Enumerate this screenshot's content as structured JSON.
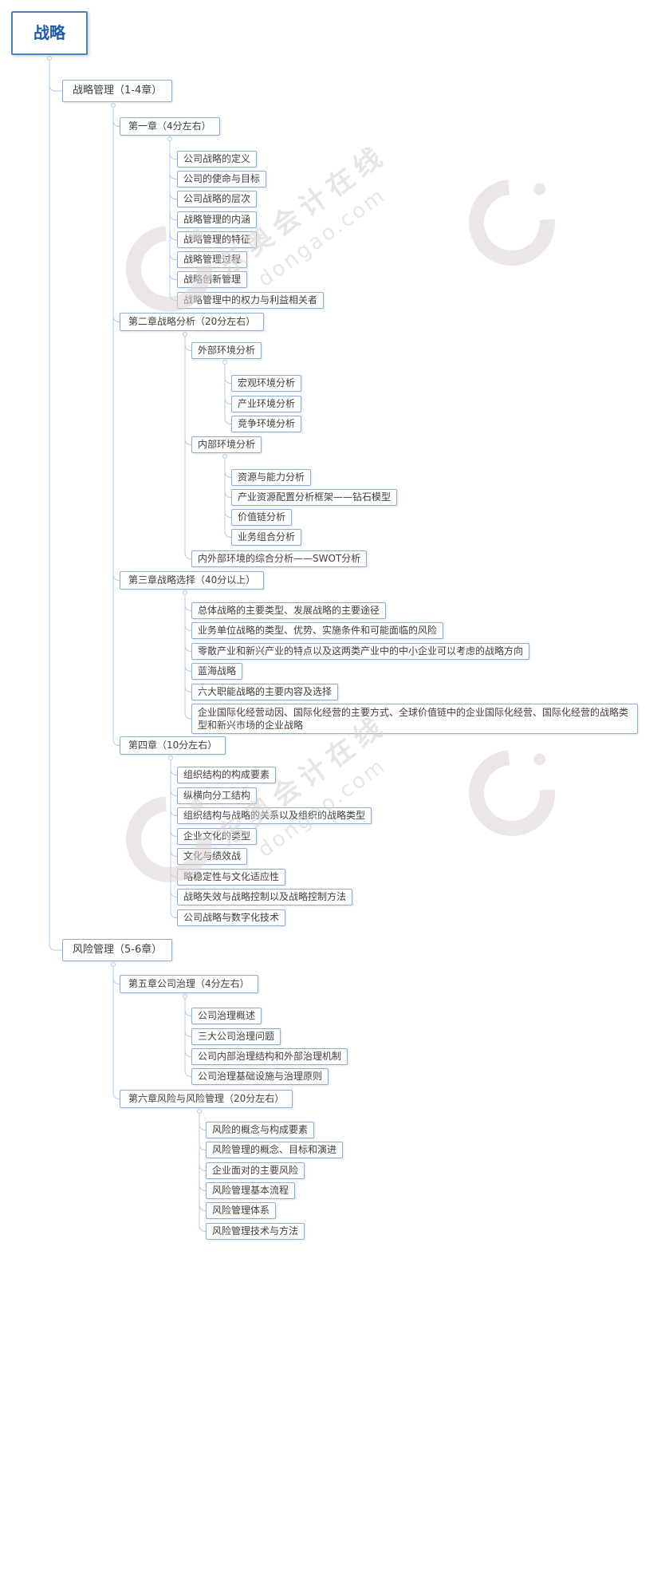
{
  "watermark": {
    "brand": "东奥会计在线",
    "site": "dongao.com"
  },
  "map": {
    "root": "战略",
    "strategy": "战略管理（1-4章）",
    "risk": "风险管理（5-6章）",
    "ch1": "第一章（4分左右）",
    "ch1_items": [
      "公司战略的定义",
      "公司的使命与目标",
      "公司战略的层次",
      "战略管理的内涵",
      "战略管理的特征",
      "战略管理过程",
      "战略创新管理",
      "战略管理中的权力与利益相关者"
    ],
    "ch2": "第二章战略分析（20分左右）",
    "ch2_ext": "外部环境分析",
    "ch2_ext_items": [
      "宏观环境分析",
      "产业环境分析",
      "竞争环境分析"
    ],
    "ch2_int": "内部环境分析",
    "ch2_int_items": [
      "资源与能力分析",
      "产业资源配置分析框架——钻石模型",
      "价值链分析",
      "业务组合分析"
    ],
    "ch2_swot": "内外部环境的综合分析——SWOT分析",
    "ch3": "第三章战略选择（40分以上）",
    "ch3_items": [
      "总体战略的主要类型、发展战略的主要途径",
      "业务单位战略的类型、优势、实施条件和可能面临的风险",
      "零散产业和新兴产业的特点以及这两类产业中的中小企业可以考虑的战略方向",
      "蓝海战略",
      "六大职能战略的主要内容及选择",
      "企业国际化经营动因、国际化经营的主要方式、全球价值链中的企业国际化经营、国际化经营的战略类型和新兴市场的企业战略"
    ],
    "ch4": "第四章（10分左右）",
    "ch4_items": [
      "组织结构的构成要素",
      "纵横向分工结构",
      "组织结构与战略的关系以及组织的战略类型",
      "企业文化的类型",
      "文化与绩效战",
      "略稳定性与文化适应性",
      "战略失效与战略控制以及战略控制方法",
      "公司战略与数字化技术"
    ],
    "ch5": "第五章公司治理（4分左右）",
    "ch5_items": [
      "公司治理概述",
      "三大公司治理问题",
      "公司内部治理结构和外部治理机制",
      "公司治理基础设施与治理原则"
    ],
    "ch6": "第六章风险与风险管理（20分左右）",
    "ch6_items": [
      "风险的概念与构成要素",
      "风险管理的概念、目标和演进",
      "企业面对的主要风险",
      "风险管理基本流程",
      "风险管理体系",
      "风险管理技术与方法"
    ]
  }
}
